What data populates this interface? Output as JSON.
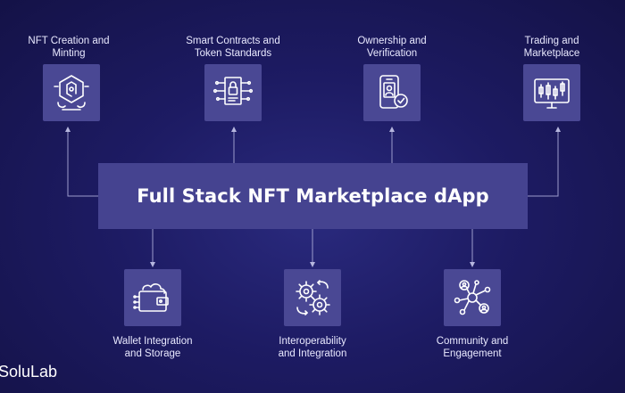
{
  "diagram": {
    "center_title": "Full Stack NFT Marketplace dApp",
    "top_nodes": [
      {
        "line1": "NFT Creation and",
        "line2": "Minting",
        "icon": "nft-minting-icon"
      },
      {
        "line1": "Smart Contracts and",
        "line2": "Token Standards",
        "icon": "smart-contract-icon"
      },
      {
        "line1": "Ownership and",
        "line2": "Verification",
        "icon": "ownership-verification-icon"
      },
      {
        "line1": "Trading and",
        "line2": "Marketplace",
        "icon": "trading-chart-icon"
      }
    ],
    "bottom_nodes": [
      {
        "line1": "Wallet Integration",
        "line2": "and Storage",
        "icon": "wallet-icon"
      },
      {
        "line1": "Interoperability",
        "line2": "and Integration",
        "icon": "gears-icon"
      },
      {
        "line1": "Community and",
        "line2": "Engagement",
        "icon": "community-network-icon"
      }
    ],
    "colors": {
      "background": "#1d1b63",
      "box": "#4a4894",
      "center_box": "#454390",
      "line": "#9c9ccc"
    }
  },
  "brand": {
    "text": "SoluLab"
  }
}
